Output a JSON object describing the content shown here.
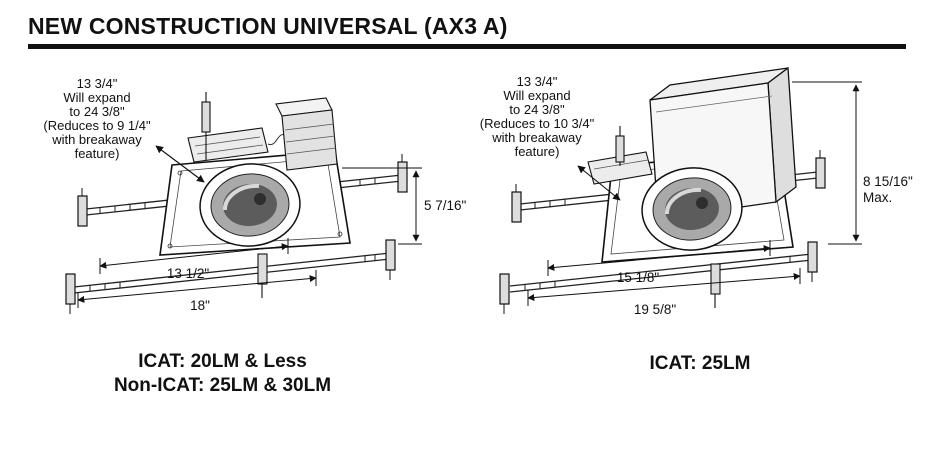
{
  "title": "NEW CONSTRUCTION UNIVERSAL (AX3 A)",
  "left_figure": {
    "expand_note": {
      "line1": "13 3/4\"",
      "line2": "Will expand",
      "line3": "to 24 3/8\"",
      "line4": "(Reduces to 9 1/4\"",
      "line5": "with breakaway",
      "line6": "feature)"
    },
    "height_dim": "5 7/16\"",
    "pan_width_dim": "13 1/2\"",
    "overall_width_dim": "18\"",
    "caption": {
      "line1": "ICAT: 20LM & Less",
      "line2": "Non-ICAT: 25LM & 30LM"
    }
  },
  "right_figure": {
    "expand_note": {
      "line1": "13 3/4\"",
      "line2": "Will expand",
      "line3": "to 24 3/8\"",
      "line4": "(Reduces to 10 3/4\"",
      "line5": "with breakaway",
      "line6": "feature)"
    },
    "height_dim": "8 15/16\"",
    "height_dim_qualifier": "Max.",
    "pan_width_dim": "15 1/8\"",
    "overall_width_dim": "19 5/8\"",
    "caption": {
      "line1": "ICAT: 25LM"
    }
  }
}
